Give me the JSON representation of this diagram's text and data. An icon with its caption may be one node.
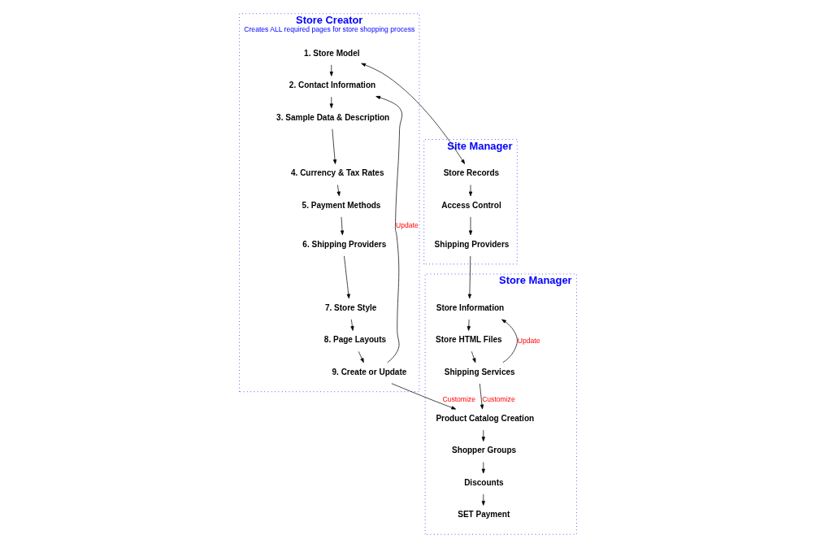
{
  "diagram": {
    "nodes": [
      {
        "text": [
          "Store Creator",
          "Creates ALL required pages for store shopping process"
        ]
      },
      {
        "text": [
          "1. Store Model"
        ],
        "in": 0
      },
      {
        "text": [
          "2. Contact Information"
        ],
        "in": 0
      },
      {
        "text": [
          "3. Sample Data & Description"
        ],
        "in": 0
      },
      {
        "text": [
          "4. Currency & Tax Rates"
        ],
        "in": 0
      },
      {
        "text": [
          "5. Payment Methods"
        ],
        "in": 0
      },
      {
        "text": [
          "6. Shipping Providers"
        ],
        "in": 0
      },
      {
        "text": [
          "7. Store Style"
        ],
        "in": 0
      },
      {
        "text": [
          "8. Page Layouts"
        ],
        "in": 0
      },
      {
        "text": [
          "9. Create or Update"
        ],
        "in": 0
      },
      {
        "text": [
          "Site Manager"
        ]
      },
      {
        "text": [
          "Store Records"
        ],
        "in": 10
      },
      {
        "text": [
          "Access Control"
        ],
        "in": 10
      },
      {
        "text": [
          "Shipping Providers"
        ],
        "in": 10
      },
      {
        "text": [
          "Store Manager"
        ]
      },
      {
        "text": [
          "Store Information"
        ],
        "in": 14
      },
      {
        "text": [
          "Store HTML Files"
        ],
        "in": 14
      },
      {
        "text": [
          "Shipping Services"
        ],
        "in": 14
      },
      {
        "text": [
          "Product Catalog Creation"
        ],
        "in": 14
      },
      {
        "text": [
          "Shopper Groups"
        ],
        "in": 14
      },
      {
        "text": [
          "Discounts"
        ],
        "in": 14
      },
      {
        "text": [
          "SET Payment"
        ],
        "in": 14
      }
    ],
    "edges": [
      {
        "from": 1,
        "to": 11,
        "arrow": "both"
      },
      {
        "from": 1,
        "to": 2,
        "arrow": "to"
      },
      {
        "from": 2,
        "to": 3,
        "arrow": "to"
      },
      {
        "from": 3,
        "to": 4,
        "arrow": "to"
      },
      {
        "from": 4,
        "to": 5,
        "arrow": "to"
      },
      {
        "from": 5,
        "to": 6,
        "arrow": "to"
      },
      {
        "from": 6,
        "to": 7,
        "arrow": "to"
      },
      {
        "from": 7,
        "to": 8,
        "arrow": "to"
      },
      {
        "from": 8,
        "to": 9,
        "arrow": "to"
      },
      {
        "from": 9,
        "to": 2,
        "label": "Update",
        "arrow": "to"
      },
      {
        "from": 9,
        "to": 18,
        "label": "Customize",
        "arrow": "to"
      },
      {
        "from": 11,
        "to": 12,
        "arrow": "to"
      },
      {
        "from": 12,
        "to": 13,
        "arrow": "to"
      },
      {
        "from": 13,
        "to": 15,
        "arrow": "to"
      },
      {
        "from": 15,
        "to": 16,
        "arrow": "to"
      },
      {
        "from": 16,
        "to": 17,
        "arrow": "to"
      },
      {
        "from": 17,
        "to": 15,
        "label": "Update",
        "arrow": "to"
      },
      {
        "from": 17,
        "to": 18,
        "label": "Customize",
        "arrow": "to"
      },
      {
        "from": 18,
        "to": 19,
        "arrow": "to"
      },
      {
        "from": 19,
        "to": 20,
        "arrow": "to"
      },
      {
        "from": 20,
        "to": 21,
        "arrow": "to"
      }
    ]
  }
}
